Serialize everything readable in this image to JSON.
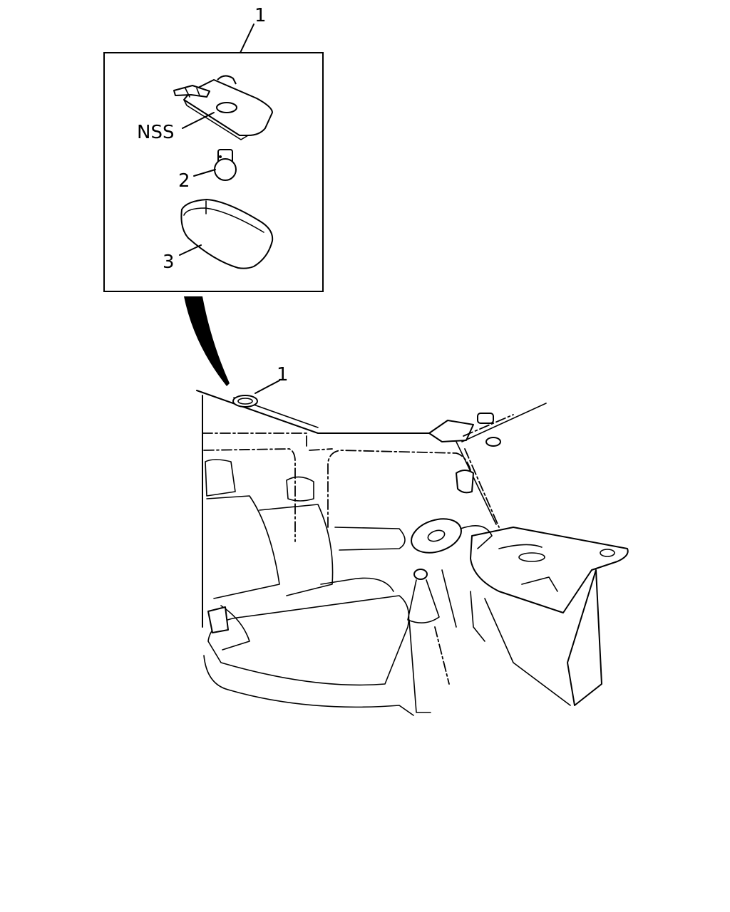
{
  "diagram": {
    "callouts": {
      "assembly_top": "1",
      "switch": "NSS",
      "bulb": "2",
      "lens": "3",
      "assembly_cab": "1"
    }
  }
}
